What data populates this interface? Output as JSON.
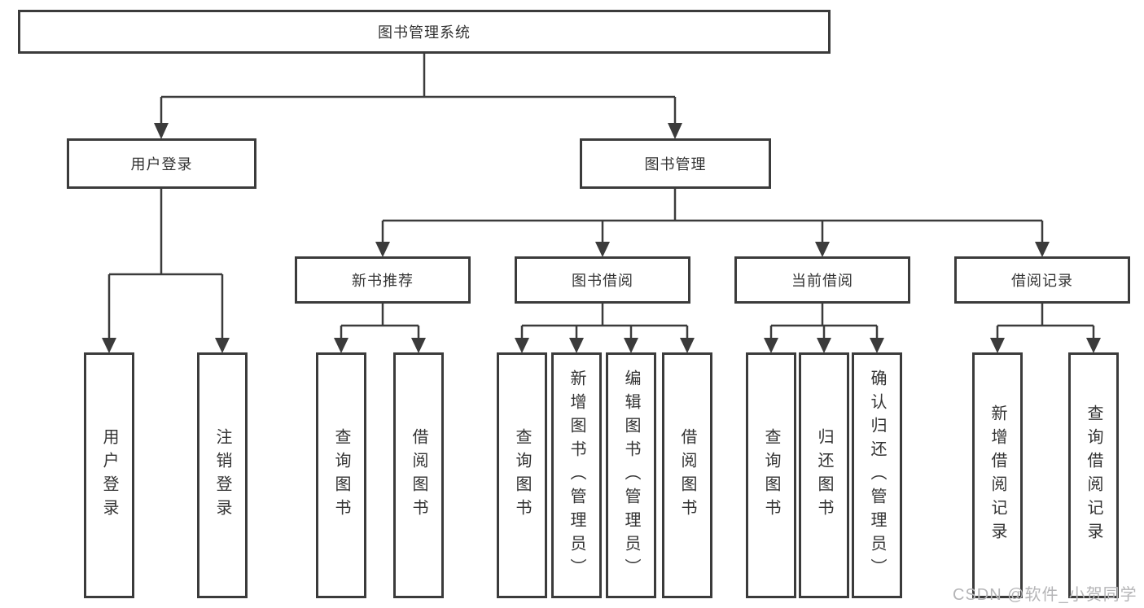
{
  "colors": {
    "line": "#3b3b3b",
    "text": "#333333",
    "box_background": "#ffffff",
    "watermark": "#b5b5b7"
  },
  "watermark": "CSDN @软件_小贺同学",
  "tree": {
    "root": "图书管理系统",
    "children": [
      {
        "label": "用户登录",
        "leaves": [
          "用户登录",
          "注销登录"
        ]
      },
      {
        "label": "图书管理",
        "children": [
          {
            "label": "新书推荐",
            "leaves": [
              "查询图书",
              "借阅图书"
            ]
          },
          {
            "label": "图书借阅",
            "leaves": [
              "查询图书",
              "新增图书（管理员）",
              "编辑图书（管理员）",
              "借阅图书"
            ]
          },
          {
            "label": "当前借阅",
            "leaves": [
              "查询图书",
              "归还图书",
              "确认归还（管理员）"
            ]
          },
          {
            "label": "借阅记录",
            "leaves": [
              "新增借阅记录",
              "查询借阅记录"
            ]
          }
        ]
      }
    ]
  }
}
